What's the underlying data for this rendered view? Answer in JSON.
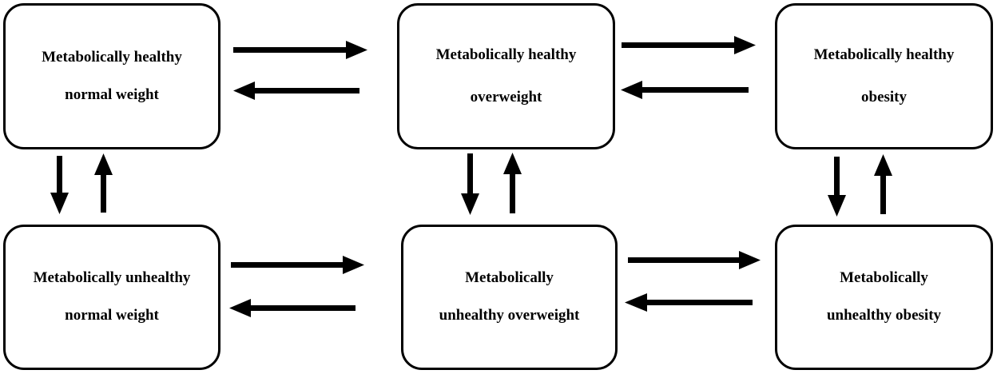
{
  "nodes": {
    "mh_normal": {
      "line1": "Metabolically healthy",
      "line2": "normal weight"
    },
    "mh_overweight": {
      "line1": "Metabolically healthy",
      "line2": "overweight"
    },
    "mh_obesity": {
      "line1": "Metabolically healthy",
      "line2": "obesity"
    },
    "mu_normal": {
      "line1": "Metabolically unhealthy",
      "line2": "normal weight"
    },
    "mu_overweight": {
      "line1": "Metabolically",
      "line2": "unhealthy overweight"
    },
    "mu_obesity": {
      "line1": "Metabolically",
      "line2": "unhealthy obesity"
    }
  },
  "colors": {
    "stroke": "#000000",
    "background": "#ffffff"
  }
}
